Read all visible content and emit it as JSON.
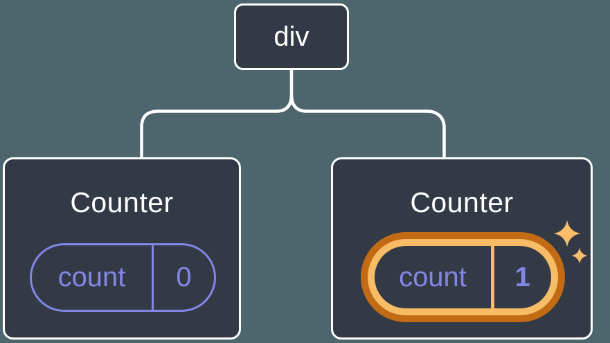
{
  "diagram_title": "React component tree with preserved state",
  "colors": {
    "background": "#4D666E",
    "node_fill": "#333A46",
    "node_border": "#FFFFFF",
    "connector": "#FFFFFF",
    "state_accent": "#8287E6",
    "highlight_ring_outer": "#C26B14",
    "highlight_ring_inner": "#F8BC67",
    "sparkle": "#FBBD69",
    "title_text": "#FFFFFF"
  },
  "tree": {
    "root": {
      "label": "div"
    },
    "children": [
      {
        "title": "Counter",
        "state_key": "count",
        "state_value": "0",
        "highlighted": false
      },
      {
        "title": "Counter",
        "state_key": "count",
        "state_value": "1",
        "highlighted": true
      }
    ]
  },
  "icons": {
    "sparkles": "two four-point sparkle stars marking updated state"
  }
}
